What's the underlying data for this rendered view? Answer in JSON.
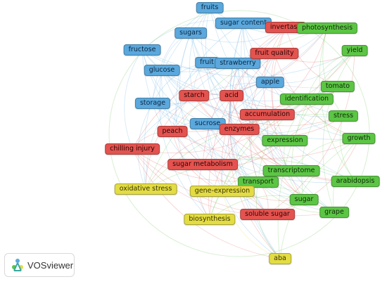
{
  "logo": {
    "text": "VOSviewer",
    "icon": "vosviewer-logo-icon"
  },
  "colors": {
    "blue": "#5aa8dd",
    "red": "#e4534f",
    "green": "#5cc545",
    "yellow": "#e3dc43"
  },
  "nodes": [
    {
      "id": "fruits",
      "label": "fruits",
      "cluster": "blue"
    },
    {
      "id": "sugar-content",
      "label": "sugar content",
      "cluster": "blue"
    },
    {
      "id": "sugars",
      "label": "sugars",
      "cluster": "blue"
    },
    {
      "id": "fructose",
      "label": "fructose",
      "cluster": "blue"
    },
    {
      "id": "fruit",
      "label": "fruit",
      "cluster": "blue"
    },
    {
      "id": "strawberry",
      "label": "strawberry",
      "cluster": "blue"
    },
    {
      "id": "glucose",
      "label": "glucose",
      "cluster": "blue"
    },
    {
      "id": "apple",
      "label": "apple",
      "cluster": "blue"
    },
    {
      "id": "storage",
      "label": "storage",
      "cluster": "blue"
    },
    {
      "id": "sucrose",
      "label": "sucrose",
      "cluster": "blue"
    },
    {
      "id": "invertase",
      "label": "invertase",
      "cluster": "red"
    },
    {
      "id": "fruit-quality",
      "label": "fruit quality",
      "cluster": "red"
    },
    {
      "id": "starch",
      "label": "starch",
      "cluster": "red"
    },
    {
      "id": "acid",
      "label": "acid",
      "cluster": "red"
    },
    {
      "id": "accumulation",
      "label": "accumulation",
      "cluster": "red"
    },
    {
      "id": "peach",
      "label": "peach",
      "cluster": "red"
    },
    {
      "id": "enzymes",
      "label": "enzymes",
      "cluster": "red"
    },
    {
      "id": "chilling-injury",
      "label": "chilling injury",
      "cluster": "red"
    },
    {
      "id": "sugar-metabolism",
      "label": "sugar metabolism",
      "cluster": "red"
    },
    {
      "id": "soluble-sugar",
      "label": "soluble sugar",
      "cluster": "red"
    },
    {
      "id": "photosynthesis",
      "label": "photosynthesis",
      "cluster": "green"
    },
    {
      "id": "yield",
      "label": "yield",
      "cluster": "green"
    },
    {
      "id": "tomato",
      "label": "tomato",
      "cluster": "green"
    },
    {
      "id": "identification",
      "label": "identification",
      "cluster": "green"
    },
    {
      "id": "stress",
      "label": "stress",
      "cluster": "green"
    },
    {
      "id": "growth",
      "label": "growth",
      "cluster": "green"
    },
    {
      "id": "expression",
      "label": "expression",
      "cluster": "green"
    },
    {
      "id": "transcriptome",
      "label": "transcriptome",
      "cluster": "green"
    },
    {
      "id": "arabidopsis",
      "label": "arabidopsis",
      "cluster": "green"
    },
    {
      "id": "transport",
      "label": "transport",
      "cluster": "green"
    },
    {
      "id": "sugar",
      "label": "sugar",
      "cluster": "green"
    },
    {
      "id": "grape",
      "label": "grape",
      "cluster": "green"
    },
    {
      "id": "oxidative-stress",
      "label": "oxidative stress",
      "cluster": "yellow"
    },
    {
      "id": "gene-expression",
      "label": "gene-expression",
      "cluster": "yellow"
    },
    {
      "id": "biosynthesis",
      "label": "biosynthesis",
      "cluster": "yellow"
    },
    {
      "id": "aba",
      "label": "aba",
      "cluster": "yellow"
    }
  ]
}
